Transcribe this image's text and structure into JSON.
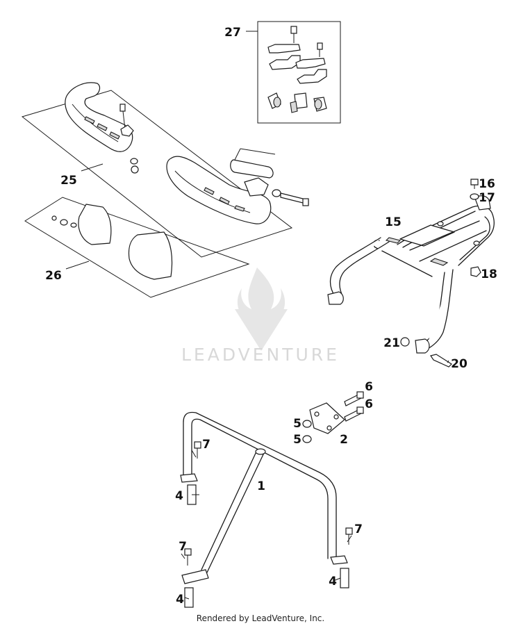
{
  "callouts": [
    "27",
    "25",
    "26",
    "16",
    "17",
    "15",
    "18",
    "21",
    "20",
    "6",
    "6",
    "5",
    "5",
    "2",
    "7",
    "1",
    "4",
    "7",
    "7",
    "4",
    "4"
  ],
  "watermark": "LEADVENTURE",
  "footer": "Rendered by LeadVenture, Inc."
}
